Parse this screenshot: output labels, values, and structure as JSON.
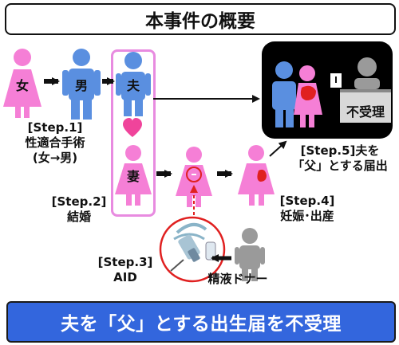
{
  "title": "本事件の概要",
  "people": {
    "woman": "女",
    "man": "男",
    "husband": "夫",
    "wife": "妻",
    "refuse_sign": "不受理"
  },
  "steps": {
    "step1": {
      "tag": "[Step.1]",
      "line1": "性適合手術",
      "line2": "(女→男)"
    },
    "step2": {
      "tag": "[Step.2]",
      "line1": "結婚"
    },
    "step3": {
      "tag": "[Step.3]",
      "line1": "AID"
    },
    "step4": {
      "tag": "[Step.4]",
      "line1": "妊娠･出産"
    },
    "step5": {
      "tag": "[Step.5]夫を",
      "line1": "「父」とする届出"
    }
  },
  "donor_label": "精液ドナー",
  "bottom_message": "夫を「父」とする出生届を不受理",
  "colors": {
    "pink": "#f57fd6",
    "blue": "#5a8fe0",
    "gray": "#9a9a9a",
    "couple_border": "#e88be0",
    "heart": "#f0449b",
    "bar_blue": "#3366dd",
    "red": "#e02020"
  }
}
